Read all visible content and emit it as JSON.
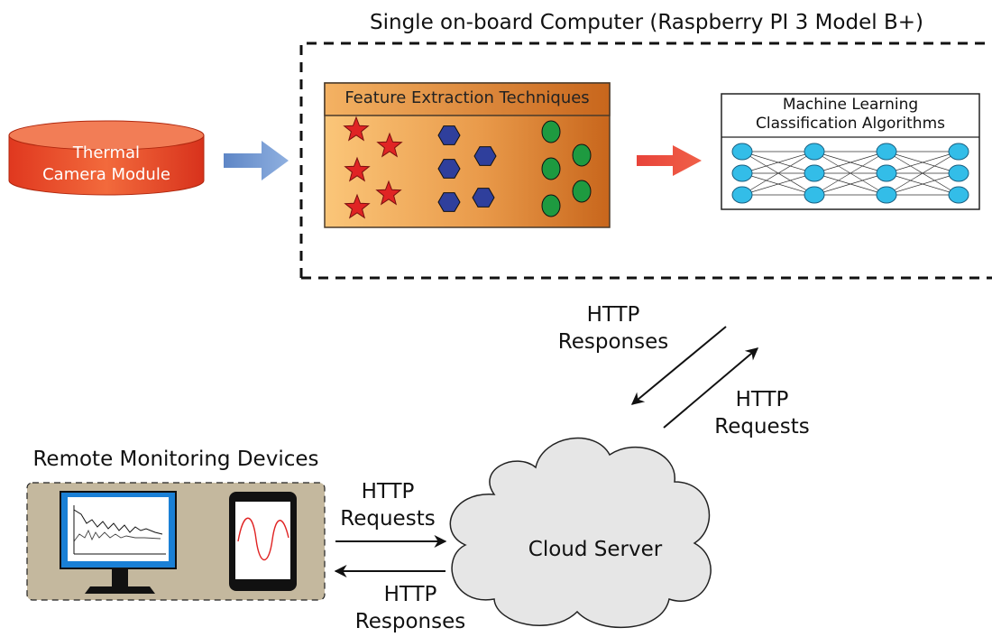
{
  "computer": {
    "title": "Single on-board Computer (Raspberry PI 3 Model B+)",
    "feature_box_title": "Feature Extraction Techniques",
    "ml_box_title_line1": "Machine Learning",
    "ml_box_title_line2": "Classification Algorithms"
  },
  "camera": {
    "label_line1": "Thermal",
    "label_line2": "Camera Module"
  },
  "cloud": {
    "label": "Cloud Server",
    "upper_responses_line1": "HTTP",
    "upper_responses_line2": "Responses",
    "upper_requests_line1": "HTTP",
    "upper_requests_line2": "Requests"
  },
  "remote": {
    "title": "Remote Monitoring Devices",
    "requests_line1": "HTTP",
    "requests_line2": "Requests",
    "responses_line1": "HTTP",
    "responses_line2": "Responses"
  },
  "colors": {
    "camera_red": "#e8402a",
    "feature_orange": "#d87a2a",
    "star_red": "#e02424",
    "hexagon_blue": "#2f3f9c",
    "circle_green": "#1e9a40",
    "node_cyan": "#33bde8",
    "cloud_gray": "#e6e6e6",
    "device_panel": "#c4b89e",
    "monitor_blue": "#1a80d6"
  }
}
